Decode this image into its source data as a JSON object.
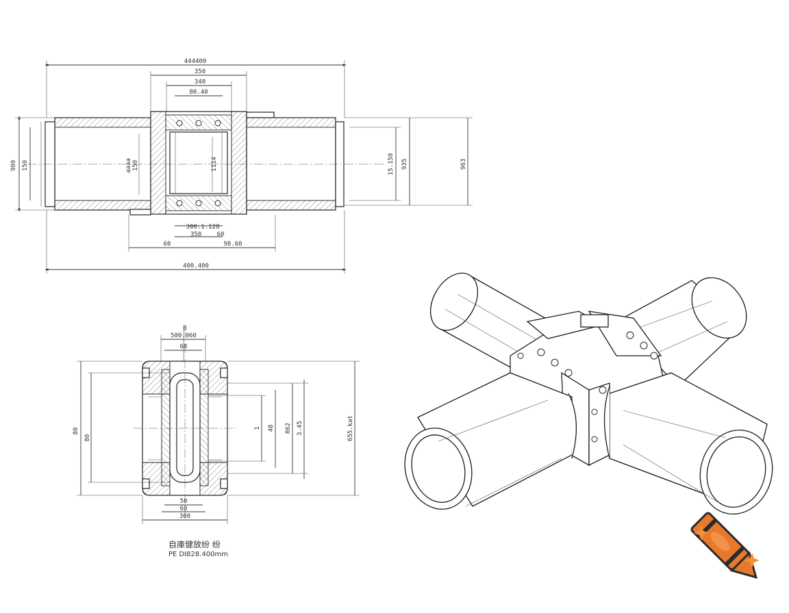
{
  "side_view": {
    "top_dims": [
      "444400",
      "350",
      "340",
      "80.40"
    ],
    "left_dims": [
      "900",
      "150"
    ],
    "center_labels": [
      "aaaa",
      "150",
      "1114"
    ],
    "right_dims": [
      "15.150",
      "935",
      "963"
    ],
    "bottom_dims": [
      "300.1.128",
      "350",
      "60",
      "60",
      "98.60",
      "400.400"
    ]
  },
  "section_view": {
    "top_dims": [
      "B",
      "500.060",
      "68"
    ],
    "left_dims": [
      "80",
      "80"
    ],
    "right_dims": [
      "1",
      "48",
      "862",
      "3.45",
      "655.kat"
    ],
    "bottom_dims": [
      "50",
      "60",
      "300"
    ]
  },
  "caption": {
    "line1": "自庫健放纷 纷",
    "line2": "PE DI828.400mm"
  },
  "watermark_icon": "crayon-icon",
  "colors": {
    "crayon_orange": "#e8792c",
    "crayon_dark": "#2b2b2b",
    "sparkle": "#f0923a"
  }
}
